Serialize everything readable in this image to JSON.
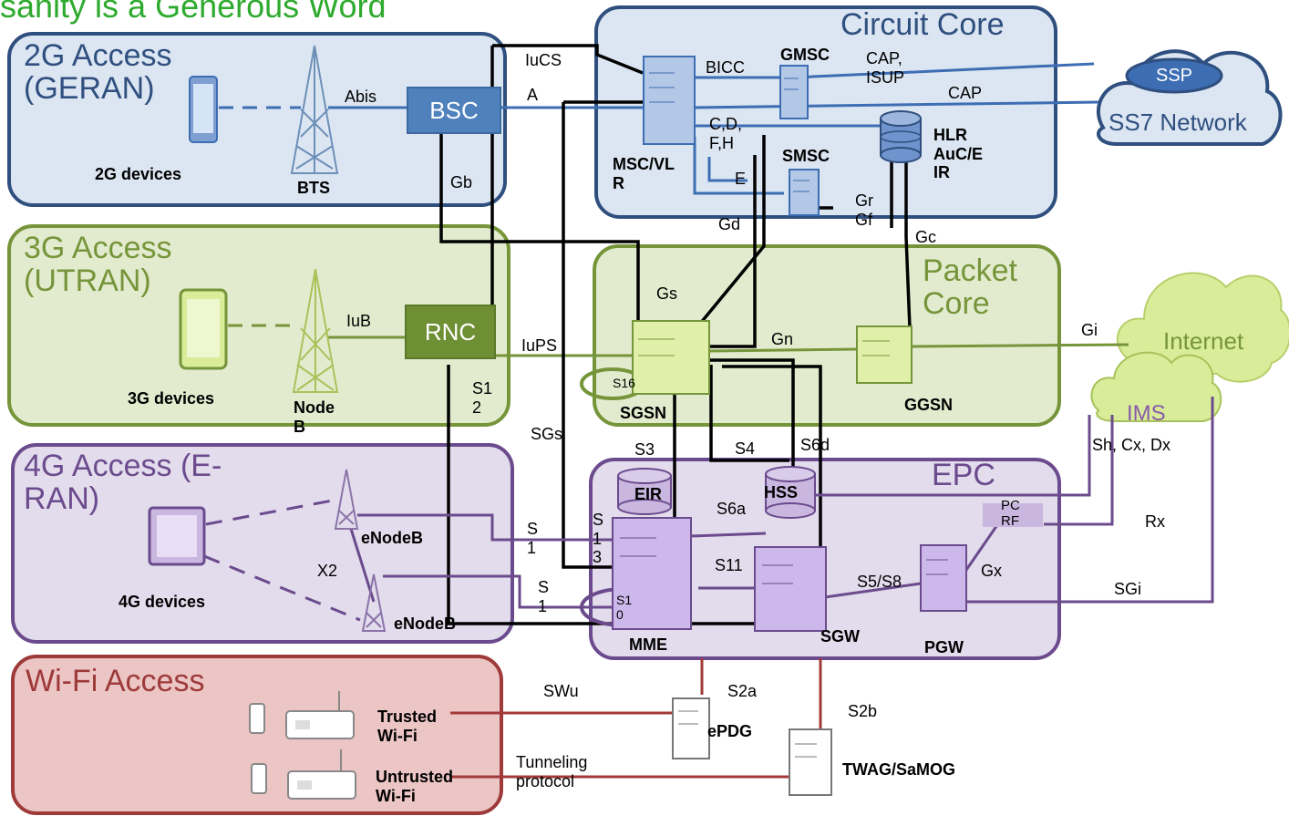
{
  "title": "sanity is a Generous Word",
  "regions": {
    "r2g": "2G Access\n(GERAN)",
    "r3g": "3G Access\n(UTRAN)",
    "r4g": "4G Access (E-\nRAN)",
    "rwifi": "Wi-Fi Access",
    "circuit": "Circuit Core",
    "packet": "Packet\nCore",
    "epc": "EPC"
  },
  "nodes": {
    "bsc": "BSC",
    "rnc": "RNC",
    "ssp": "SSP",
    "ss7": "SS7 Network",
    "internet": "Internet",
    "ims": "IMS",
    "bts": "BTS",
    "nodeb": "Node\nB",
    "enodeb1": "eNodeB",
    "enodeb2": "eNodeB",
    "dev2g": "2G devices",
    "dev3g": "3G devices",
    "dev4g": "4G devices",
    "msc": "MSC/VL\nR",
    "gmsc": "GMSC",
    "smsc": "SMSC",
    "hlr": "HLR\nAuC/E\nIR",
    "sgsn": "SGSN",
    "ggsn": "GGSN",
    "eir": "EIR",
    "hss": "HSS",
    "pcrf": "PC\nRF",
    "mme": "MME",
    "sgw": "SGW",
    "pgw": "PGW",
    "epdg": "ePDG",
    "twag": "TWAG/SaMOG",
    "trusted": "Trusted\nWi-Fi",
    "untrusted": "Untrusted\nWi-Fi"
  },
  "interfaces": {
    "abis": "Abis",
    "iucs": "IuCS",
    "a": "A",
    "gb": "Gb",
    "bicc": "BICC",
    "cap_isup": "CAP,\nISUP",
    "cap": "CAP",
    "cdfh": "C,D,\nF,H",
    "e": "E",
    "gd": "Gd",
    "gr_gf": "Gr\nGf",
    "gc": "Gc",
    "gs": "Gs",
    "iub": "IuB",
    "iups": "IuPS",
    "gn": "Gn",
    "gi": "Gi",
    "s16": "S16",
    "s12": "S1\n2",
    "sgs": "SGs",
    "s3": "S3",
    "s4": "S4",
    "s6d": "S6d",
    "sh_cx_dx": "Sh, Cx, Dx",
    "s6a": "S6a",
    "s13": "S\n1\n3",
    "s1a": "S\n1",
    "s1b": "S\n1",
    "x2": "X2",
    "s11": "S11",
    "s5s8": "S5/S8",
    "gx": "Gx",
    "rx": "Rx",
    "sgi": "SGi",
    "s10": "S1\n0",
    "s2a": "S2a",
    "s2b": "S2b",
    "swu": "SWu",
    "tunnel": "Tunneling\nprotocol"
  },
  "colors": {
    "blue": "#3d6db3",
    "green": "#76953a",
    "purple": "#6b4b8d",
    "red": "#a33a3a",
    "black": "#000000"
  }
}
